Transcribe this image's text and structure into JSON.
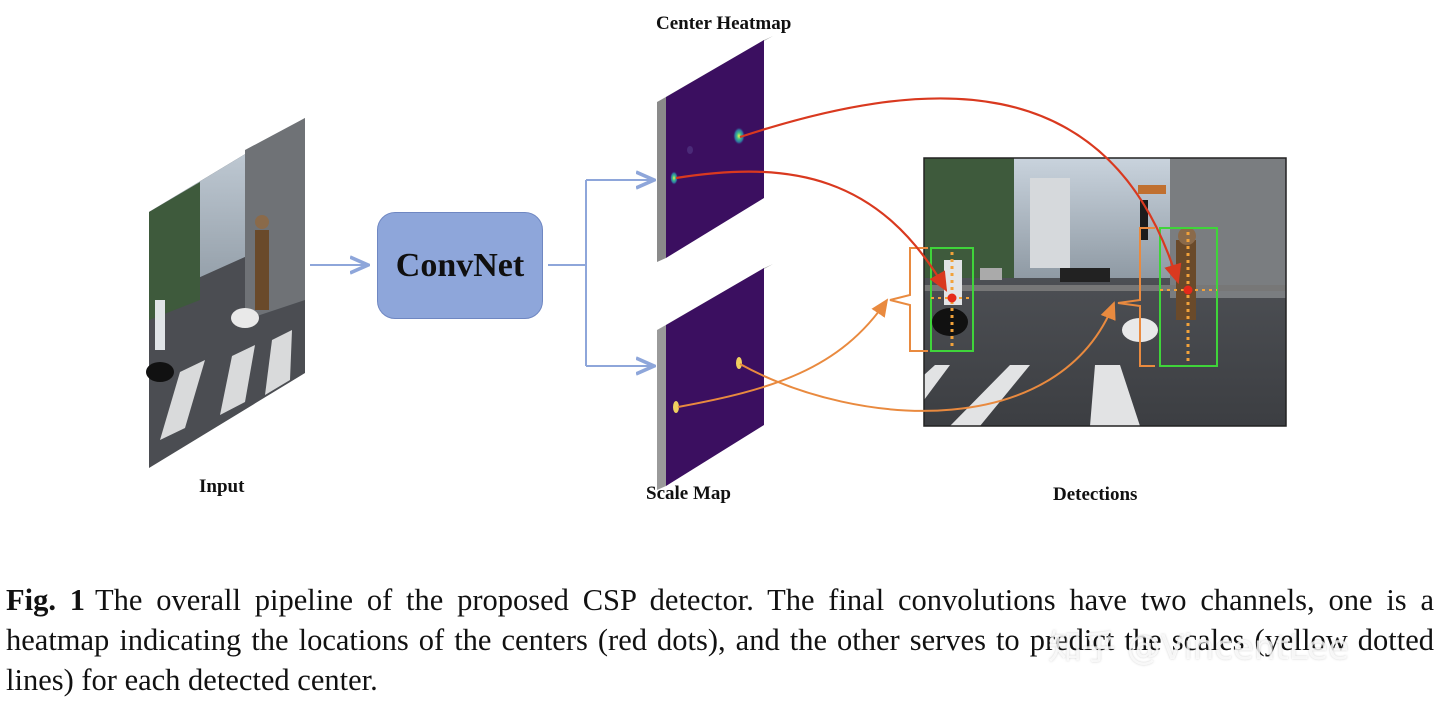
{
  "figure": {
    "labels": {
      "input": "Input",
      "convnet": "ConvNet",
      "center_heatmap": "Center Heatmap",
      "scale_map": "Scale Map",
      "detections": "Detections"
    },
    "colors": {
      "convnet_fill": "#8ea6da",
      "flow_arrow": "#8ea6da",
      "center_arrow": "#d9391f",
      "scale_arrow": "#e98a3f",
      "heatmap_bg": "#3b0f60",
      "box": "#3fd43a",
      "center_dot": "#e52a1a",
      "scale_line": "#f2a23a"
    }
  },
  "caption": {
    "label": "Fig. 1",
    "text": "The overall pipeline of the proposed CSP detector. The final convolutions have two channels, one is a heatmap indicating the locations of the centers (red dots), and the other serves to predict the scales (yellow dotted lines) for each detected center."
  },
  "watermark": "知乎 @VincentLee"
}
